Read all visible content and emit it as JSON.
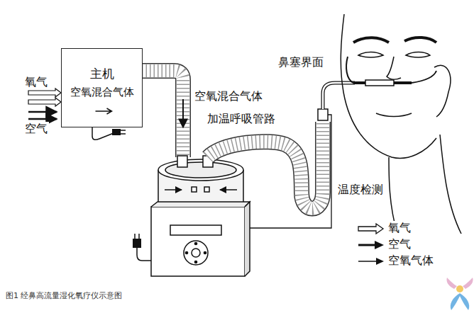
{
  "diagram": {
    "caption": "图1 经鼻高流量湿化氧疗仪示意图",
    "nodes": [
      {
        "text": [
          "主机",
          "空氧混合气体"
        ]
      }
    ],
    "labels": [
      "氧气",
      "空气",
      "空氧混合气体",
      "加温呼吸管路",
      "鼻塞界面",
      "温度检测"
    ],
    "legend": [
      {
        "text": "氧气"
      },
      {
        "text": "空气"
      },
      {
        "text": "空氧气体"
      }
    ]
  }
}
